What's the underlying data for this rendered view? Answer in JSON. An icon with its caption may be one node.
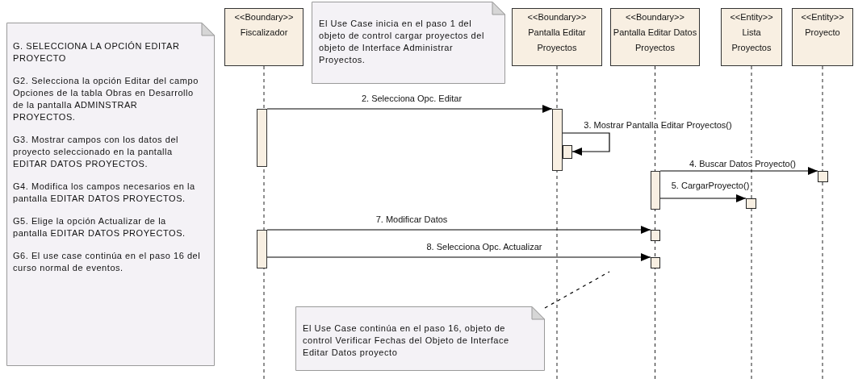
{
  "diagram": {
    "nodes": [
      {
        "text": [
          "G. SELECCIONA LA OPCIÓN EDITAR PROYECTO",
          "G2. Selecciona la opción Editar del campo Opciones de la tabla Obras en Desarrollo de la pantalla ADMINSTRAR PROYECTOS.",
          "G3. Mostrar campos con los datos del proyecto seleccionado en la pantalla EDITAR DATOS PROYECTOS.",
          "G4.  Modifica los campos necesarios en la pantalla EDITAR DATOS PROYECTOS.",
          "G5. Elige la opción Actualizar de la pantalla EDITAR DATOS PROYECTOS.",
          "G6.  El use case continúa en el paso 16 del curso normal de eventos."
        ]
      },
      {
        "text": [
          "<<Boundary>>",
          "Fiscalizador"
        ]
      },
      {
        "text": [
          "El Use Case inicia en el paso 1 del objeto de control cargar proyectos del objeto de Interface Administrar Proyectos."
        ]
      },
      {
        "text": [
          "<<Boundary>>",
          "Pantalla Editar Proyectos"
        ]
      },
      {
        "text": [
          "<<Boundary>>",
          "Pantalla Editar Datos Proyectos"
        ]
      },
      {
        "text": [
          "<<Entity>>",
          "Lista Proyectos"
        ]
      },
      {
        "text": [
          "<<Entity>>",
          "Proyecto"
        ]
      },
      {
        "text": [
          "El Use Case continúa en el paso 16, objeto de control Verificar Fechas del Objeto de Interface Editar Datos proyecto"
        ]
      },
      {
        "text": [],
        "shape": "bar"
      },
      {
        "text": [],
        "shape": "bar"
      },
      {
        "text": [],
        "shape": "box"
      },
      {
        "text": [],
        "shape": "bar"
      },
      {
        "text": [],
        "shape": "box"
      },
      {
        "text": [],
        "shape": "box"
      },
      {
        "text": [],
        "shape": "bar"
      },
      {
        "text": [],
        "shape": "box"
      },
      {
        "text": [],
        "shape": "box"
      }
    ],
    "edges": [
      {
        "from": 8,
        "to": 9,
        "arrow": "to",
        "label": "2. Selecciona Opc. Editar"
      },
      {
        "from": 9,
        "to": 10,
        "arrow": "to",
        "label": "3. Mostrar Pantalla Editar Proyectos()"
      },
      {
        "from": 11,
        "to": 12,
        "arrow": "to",
        "label": "4. Buscar Datos Proyecto()"
      },
      {
        "from": 11,
        "to": 13,
        "arrow": "to",
        "label": "5. CargarProyecto()"
      },
      {
        "from": 14,
        "to": 15,
        "arrow": "to",
        "label": "7. Modificar Datos"
      },
      {
        "from": 14,
        "to": 16,
        "arrow": "to",
        "label": "8. Selecciona Opc. Actualizar"
      },
      {
        "from": 7,
        "to": null,
        "arrow": "none",
        "style": "dashed"
      }
    ]
  }
}
